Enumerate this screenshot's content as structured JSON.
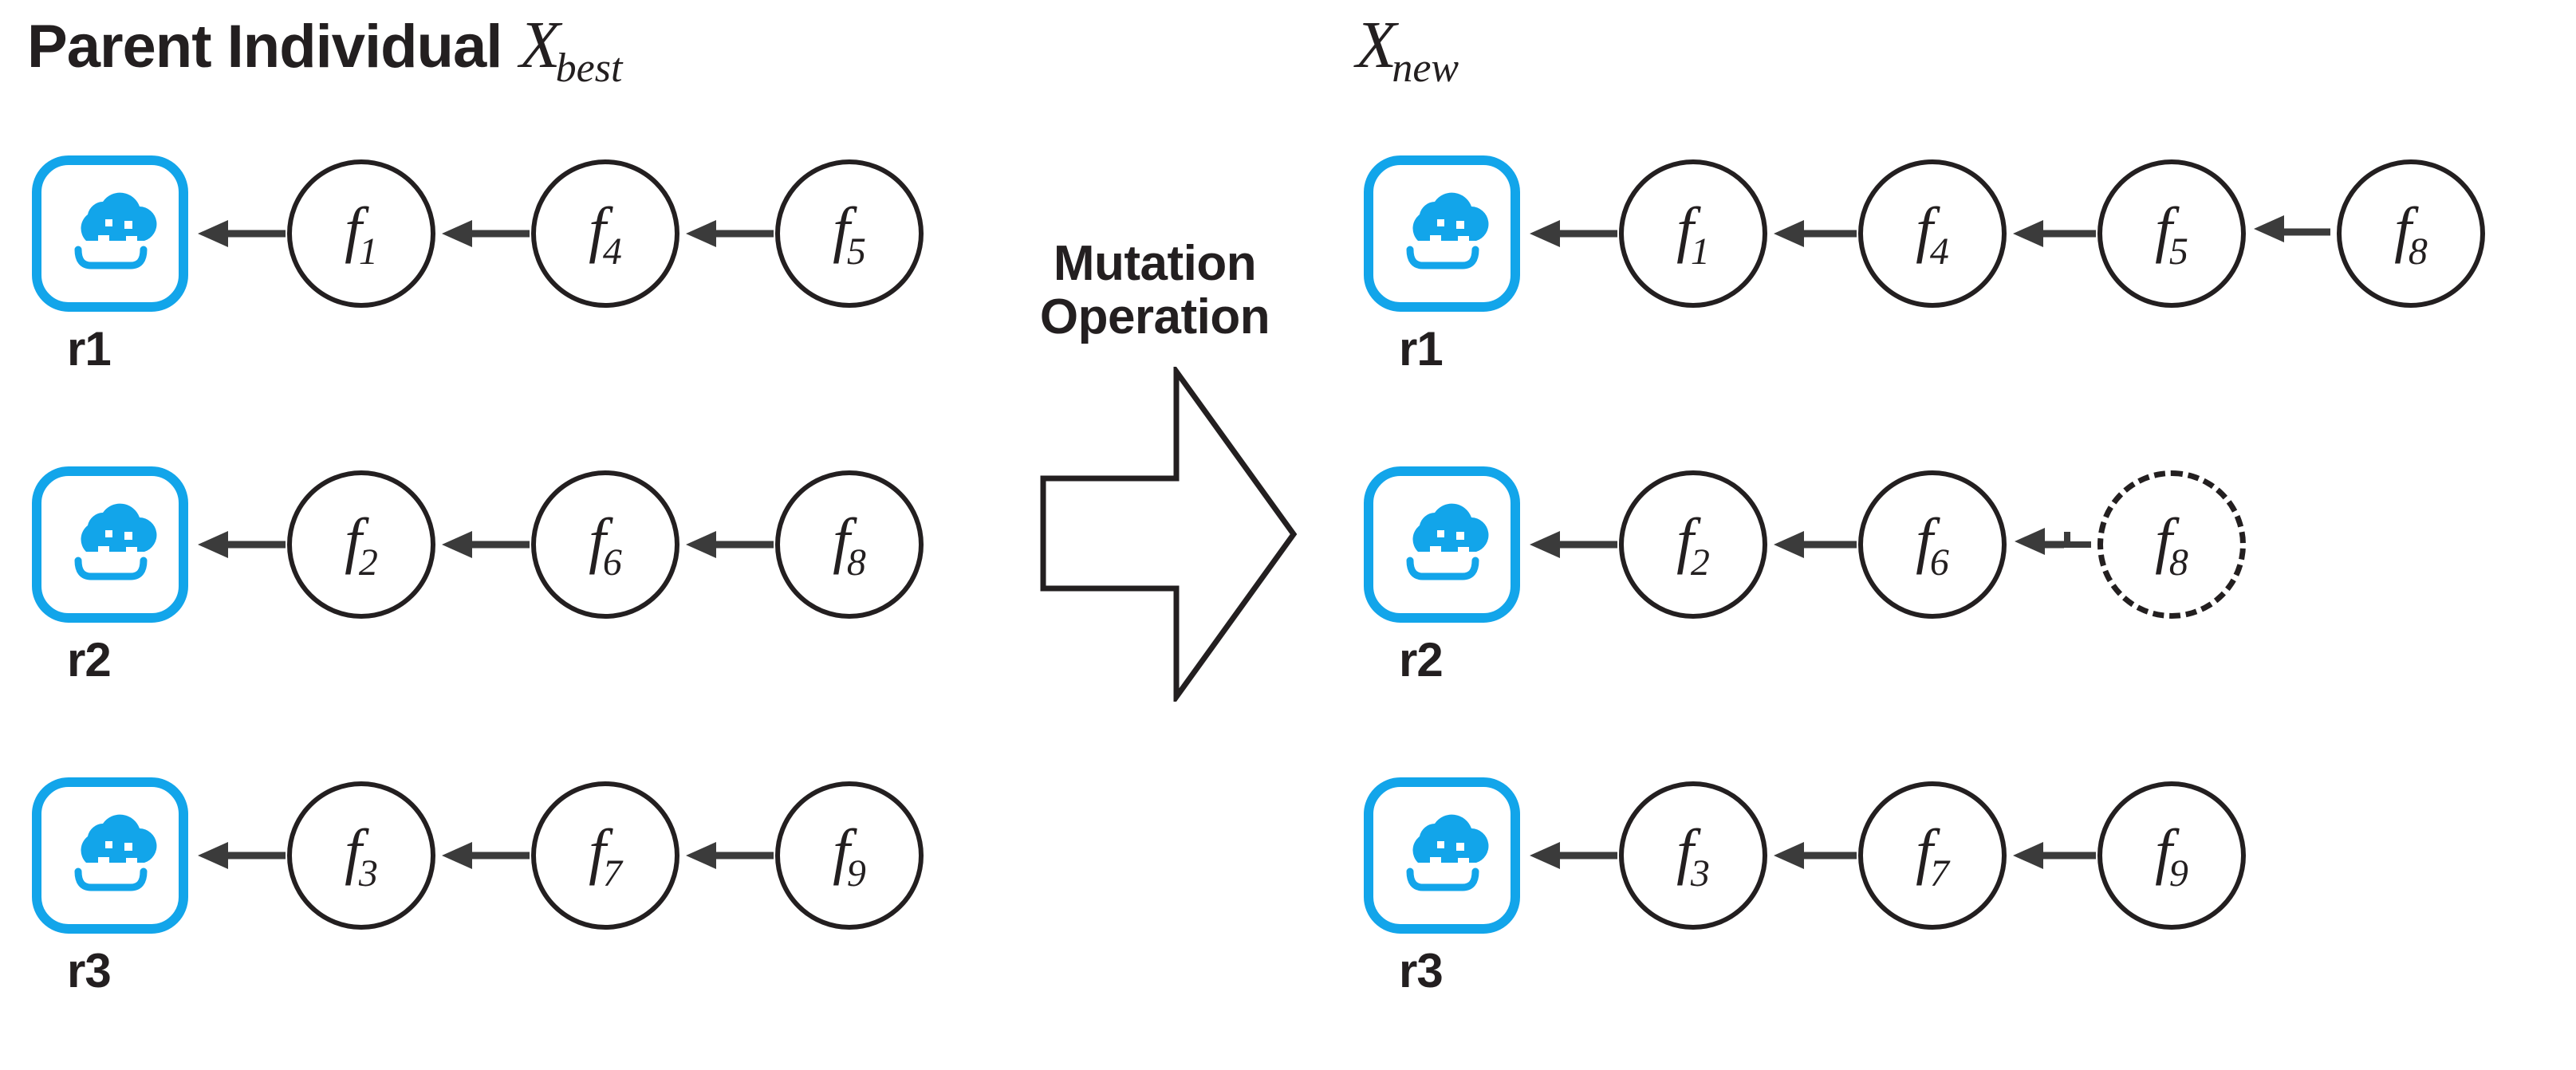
{
  "figure": {
    "kind": "mutation-operation-diagram",
    "accent_color": "#12a5ea",
    "line_color": "#231f20",
    "background": "#ffffff"
  },
  "headings": {
    "left": {
      "prefix": "Parent Individual",
      "symbol": "X",
      "subscript": "best"
    },
    "right": {
      "prefix": "",
      "symbol": "X",
      "subscript": "new"
    }
  },
  "operator": {
    "line1": "Mutation",
    "line2": "Operation",
    "icon": "block-arrow-right-icon"
  },
  "left_panel": {
    "rows": [
      {
        "label": "r1",
        "cloud_icon": "cloud-server-icon",
        "functions": [
          {
            "symbol": "f",
            "index": "1",
            "style": "solid"
          },
          {
            "symbol": "f",
            "index": "4",
            "style": "solid"
          },
          {
            "symbol": "f",
            "index": "5",
            "style": "solid"
          }
        ]
      },
      {
        "label": "r2",
        "cloud_icon": "cloud-server-icon",
        "functions": [
          {
            "symbol": "f",
            "index": "2",
            "style": "solid"
          },
          {
            "symbol": "f",
            "index": "6",
            "style": "solid"
          },
          {
            "symbol": "f",
            "index": "8",
            "style": "solid"
          }
        ]
      },
      {
        "label": "r3",
        "cloud_icon": "cloud-server-icon",
        "functions": [
          {
            "symbol": "f",
            "index": "3",
            "style": "solid"
          },
          {
            "symbol": "f",
            "index": "7",
            "style": "solid"
          },
          {
            "symbol": "f",
            "index": "9",
            "style": "solid"
          }
        ]
      }
    ]
  },
  "right_panel": {
    "rows": [
      {
        "label": "r1",
        "cloud_icon": "cloud-server-icon",
        "functions": [
          {
            "symbol": "f",
            "index": "1",
            "style": "solid"
          },
          {
            "symbol": "f",
            "index": "4",
            "style": "solid"
          },
          {
            "symbol": "f",
            "index": "5",
            "style": "solid"
          },
          {
            "symbol": "f",
            "index": "8",
            "style": "solid"
          }
        ]
      },
      {
        "label": "r2",
        "cloud_icon": "cloud-server-icon",
        "functions": [
          {
            "symbol": "f",
            "index": "2",
            "style": "solid"
          },
          {
            "symbol": "f",
            "index": "6",
            "style": "solid"
          },
          {
            "symbol": "f",
            "index": "8",
            "style": "dashed"
          }
        ]
      },
      {
        "label": "r3",
        "cloud_icon": "cloud-server-icon",
        "functions": [
          {
            "symbol": "f",
            "index": "3",
            "style": "solid"
          },
          {
            "symbol": "f",
            "index": "7",
            "style": "solid"
          },
          {
            "symbol": "f",
            "index": "9",
            "style": "solid"
          }
        ]
      }
    ]
  }
}
